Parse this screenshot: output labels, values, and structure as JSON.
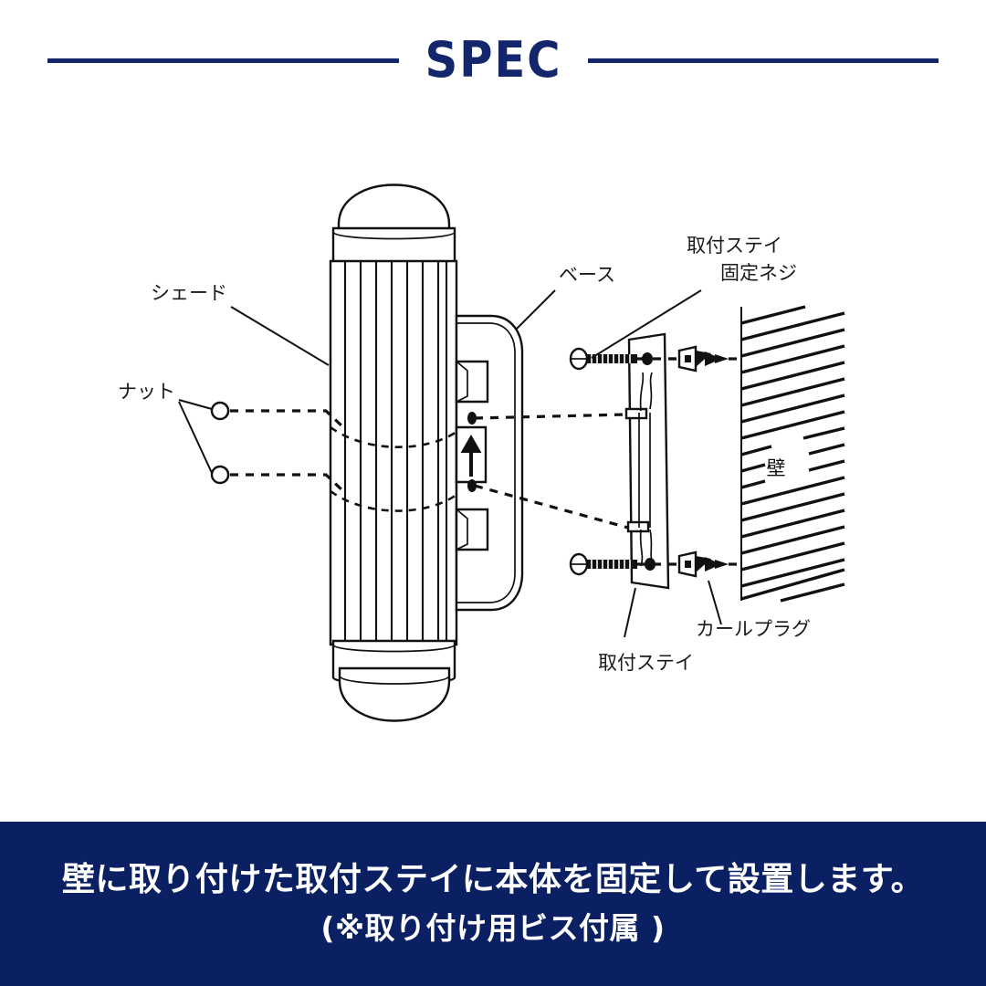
{
  "header": {
    "title": "SPEC",
    "rule_color": "#13256b"
  },
  "theme": {
    "navy": "#0a2062",
    "line": "#111111",
    "background": "#ffffff"
  },
  "diagram": {
    "alt_name": "wall-light-mounting-exploded-diagram",
    "labels": {
      "shade": "シェード",
      "nut": "ナット",
      "base": "ベース",
      "stay_screw_line1": "取付ステイ",
      "stay_screw_line2": "固定ネジ",
      "wall": "壁",
      "curl_plug": "カールプラグ",
      "mounting_stay": "取付ステイ"
    },
    "parts": [
      {
        "key": "shade",
        "label": "シェード",
        "count": 1
      },
      {
        "key": "nut",
        "label": "ナット",
        "count": 2
      },
      {
        "key": "base",
        "label": "ベース",
        "count": 1
      },
      {
        "key": "stay-fixing-screw",
        "label": "取付ステイ固定ネジ",
        "count": 2
      },
      {
        "key": "mounting-stay",
        "label": "取付ステイ",
        "count": 1
      },
      {
        "key": "curl-plug",
        "label": "カールプラグ",
        "count": 2
      },
      {
        "key": "wall",
        "label": "壁",
        "count": 1
      }
    ],
    "orientation_marker": "up-arrow"
  },
  "caption": {
    "line1": "壁に取り付けた取付ステイに本体を固定して設置します。",
    "line2": "(※取り付け用ビス付属 )"
  }
}
